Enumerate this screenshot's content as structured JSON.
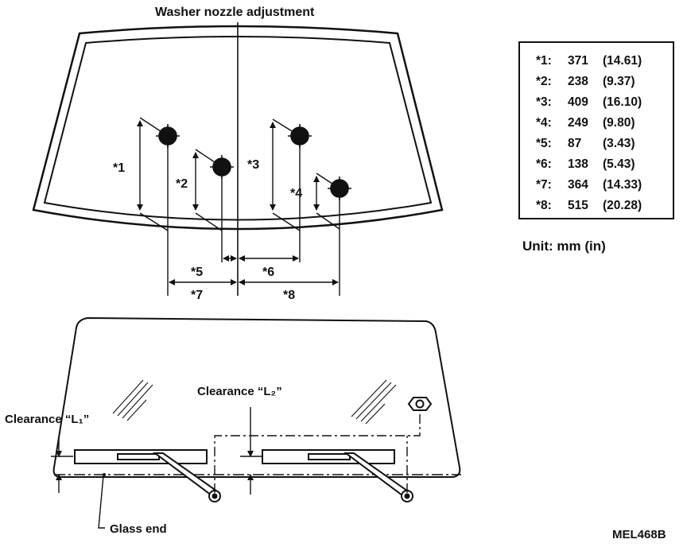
{
  "title": "Washer nozzle adjustment",
  "dimension_labels": [
    "*1",
    "*2",
    "*3",
    "*4",
    "*5",
    "*6",
    "*7",
    "*8"
  ],
  "specs": [
    {
      "key": "*1:",
      "mm": "371",
      "inch": "(14.61)"
    },
    {
      "key": "*2:",
      "mm": "238",
      "inch": "(9.37)"
    },
    {
      "key": "*3:",
      "mm": "409",
      "inch": "(16.10)"
    },
    {
      "key": "*4:",
      "mm": "249",
      "inch": "(9.80)"
    },
    {
      "key": "*5:",
      "mm": "87",
      "inch": "(3.43)"
    },
    {
      "key": "*6:",
      "mm": "138",
      "inch": "(5.43)"
    },
    {
      "key": "*7:",
      "mm": "364",
      "inch": "(14.33)"
    },
    {
      "key": "*8:",
      "mm": "515",
      "inch": "(20.28)"
    }
  ],
  "unit": "Unit:  mm (in)",
  "clearance_l1": "Clearance “L₁”",
  "clearance_l2": "Clearance “L₂”",
  "glass_end": "Glass end",
  "figure_code": "MEL468B"
}
